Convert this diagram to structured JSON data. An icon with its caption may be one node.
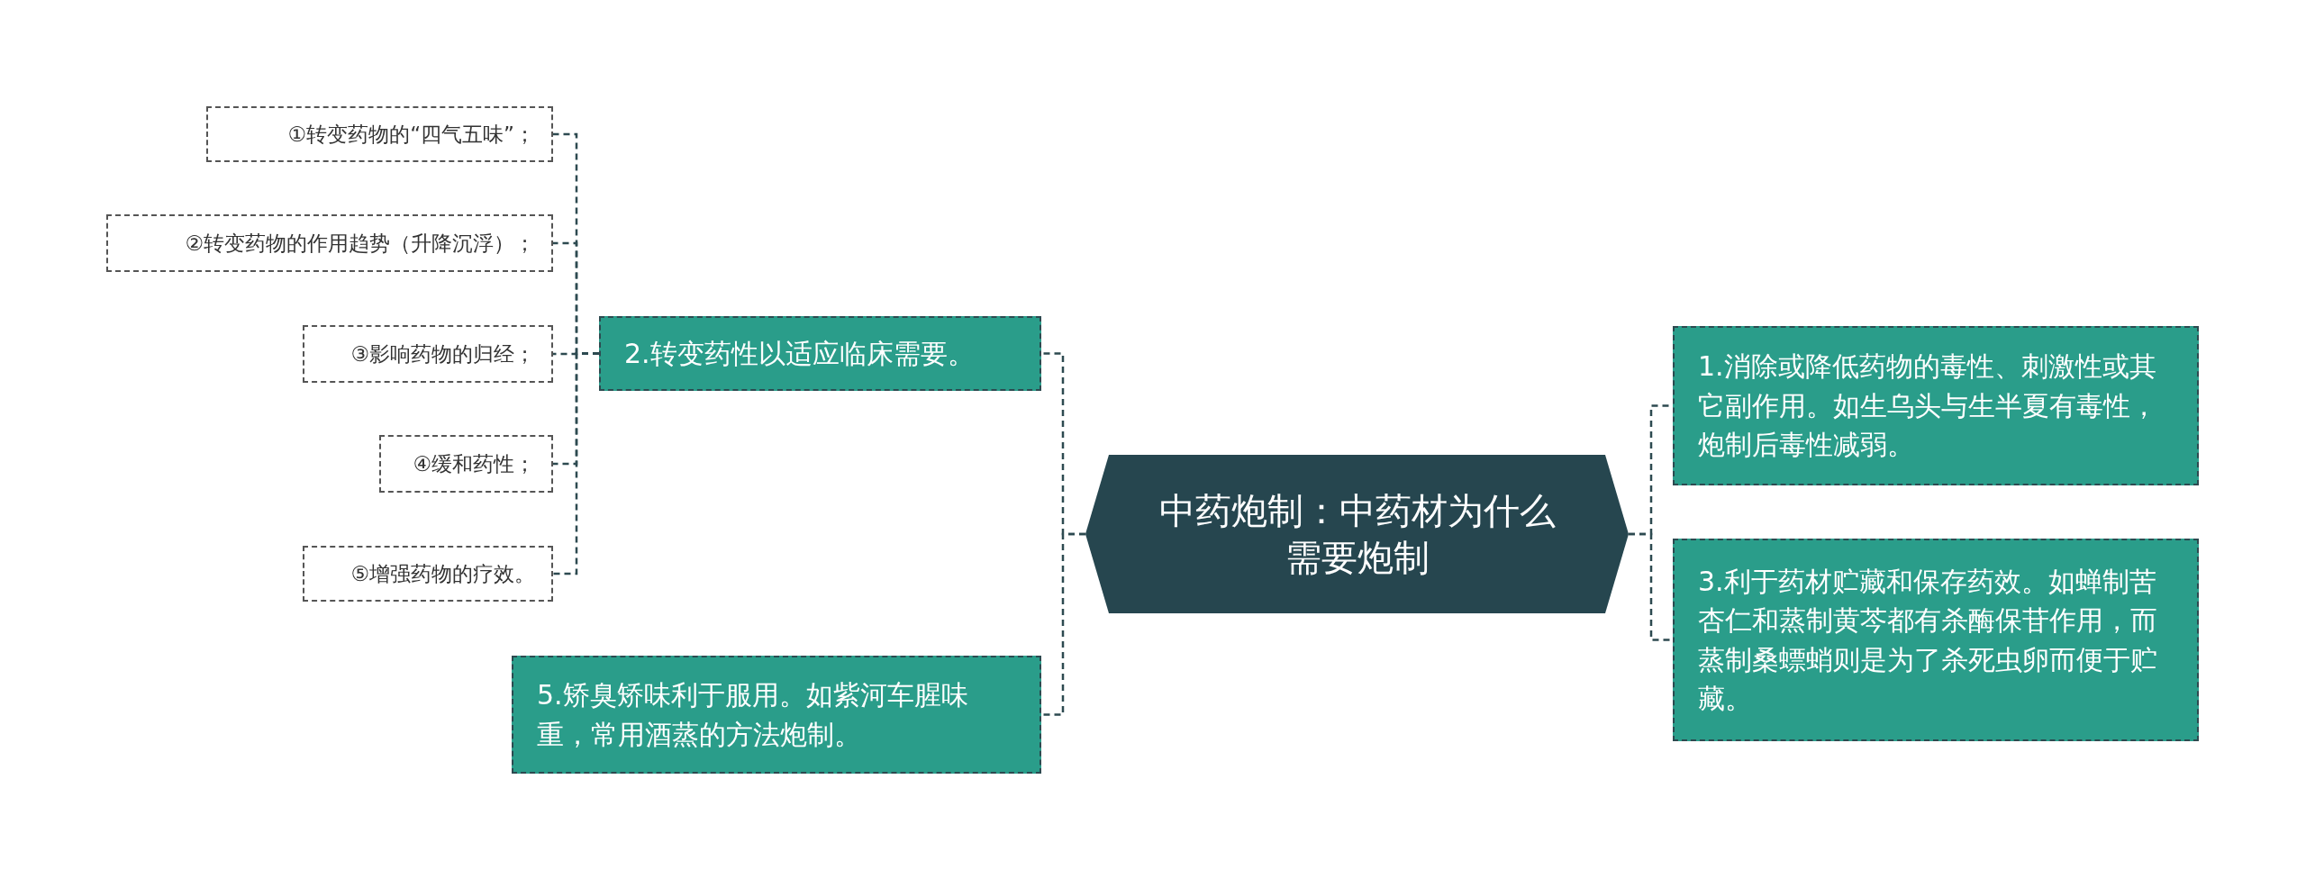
{
  "diagram": {
    "nodes": [
      {
        "text": [
          "中药炮制：中药材为什么需要炮制"
        ]
      },
      {
        "text": [
          "2.转变药性以适应临床需要。"
        ]
      },
      {
        "text": [
          "①转变药物的“四气五味”；"
        ]
      },
      {
        "text": [
          "②转变药物的作用趋势（升降沉浮）；"
        ]
      },
      {
        "text": [
          "③影响药物的归经；"
        ]
      },
      {
        "text": [
          "④缓和药性；"
        ]
      },
      {
        "text": [
          "⑤增强药物的疗效。"
        ]
      },
      {
        "text": [
          "5.矫臭矫味利于服用。如紫河车腥味重，常用酒蒸的方法炮制。"
        ]
      },
      {
        "text": [
          "1.消除或降低药物的毒性、刺激性或其它副作用。如生乌头与生半夏有毒性，炮制后毒性减弱。"
        ]
      },
      {
        "text": [
          "3.利于药材贮藏和保存药效。如蝉制苦杏仁和蒸制黄芩都有杀酶保苷作用，而蒸制桑螵蛸则是为了杀死虫卵而便于贮藏。"
        ]
      }
    ],
    "edges": [
      {
        "from": 0,
        "to": 1,
        "arrow": "none",
        "style": "dashed"
      },
      {
        "from": 1,
        "to": 2,
        "arrow": "none",
        "style": "dashed"
      },
      {
        "from": 1,
        "to": 3,
        "arrow": "none",
        "style": "dashed"
      },
      {
        "from": 1,
        "to": 4,
        "arrow": "none",
        "style": "dashed"
      },
      {
        "from": 1,
        "to": 5,
        "arrow": "none",
        "style": "dashed"
      },
      {
        "from": 1,
        "to": 6,
        "arrow": "none",
        "style": "dashed"
      },
      {
        "from": 0,
        "to": 7,
        "arrow": "none",
        "style": "dashed"
      },
      {
        "from": 0,
        "to": 8,
        "arrow": "none",
        "style": "dashed"
      },
      {
        "from": 0,
        "to": 9,
        "arrow": "none",
        "style": "dashed"
      }
    ]
  }
}
